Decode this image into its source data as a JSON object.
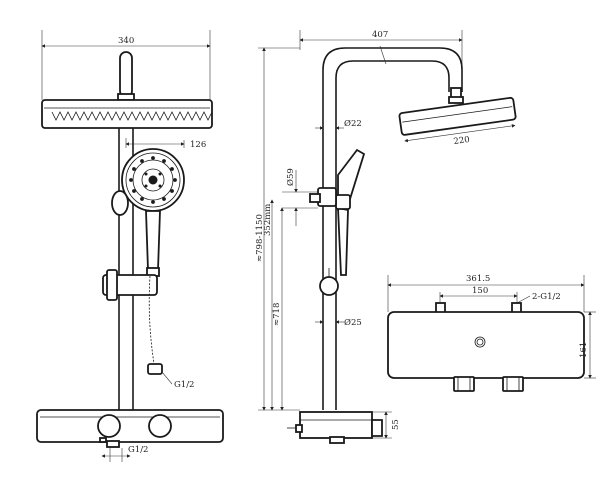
{
  "dimensions": {
    "front_head_width": "340",
    "handshower_offset": "126",
    "inlet_front_bottom": "G1/2",
    "hose_thread": "G1/2",
    "arm_reach": "407",
    "pipe_upper_dia": "Ø22",
    "head_dia": "220",
    "bracket_dia": "Ø59",
    "total_height": "≈798-1150",
    "valve_height": "352mm",
    "slide_height": "≈718",
    "pipe_lower_dia": "Ø25",
    "valve_body_height": "55",
    "mixer_width": "361.5",
    "mixer_inlet_spacing": "150",
    "mixer_inlets": "2-G1/2",
    "mixer_height": "161"
  }
}
